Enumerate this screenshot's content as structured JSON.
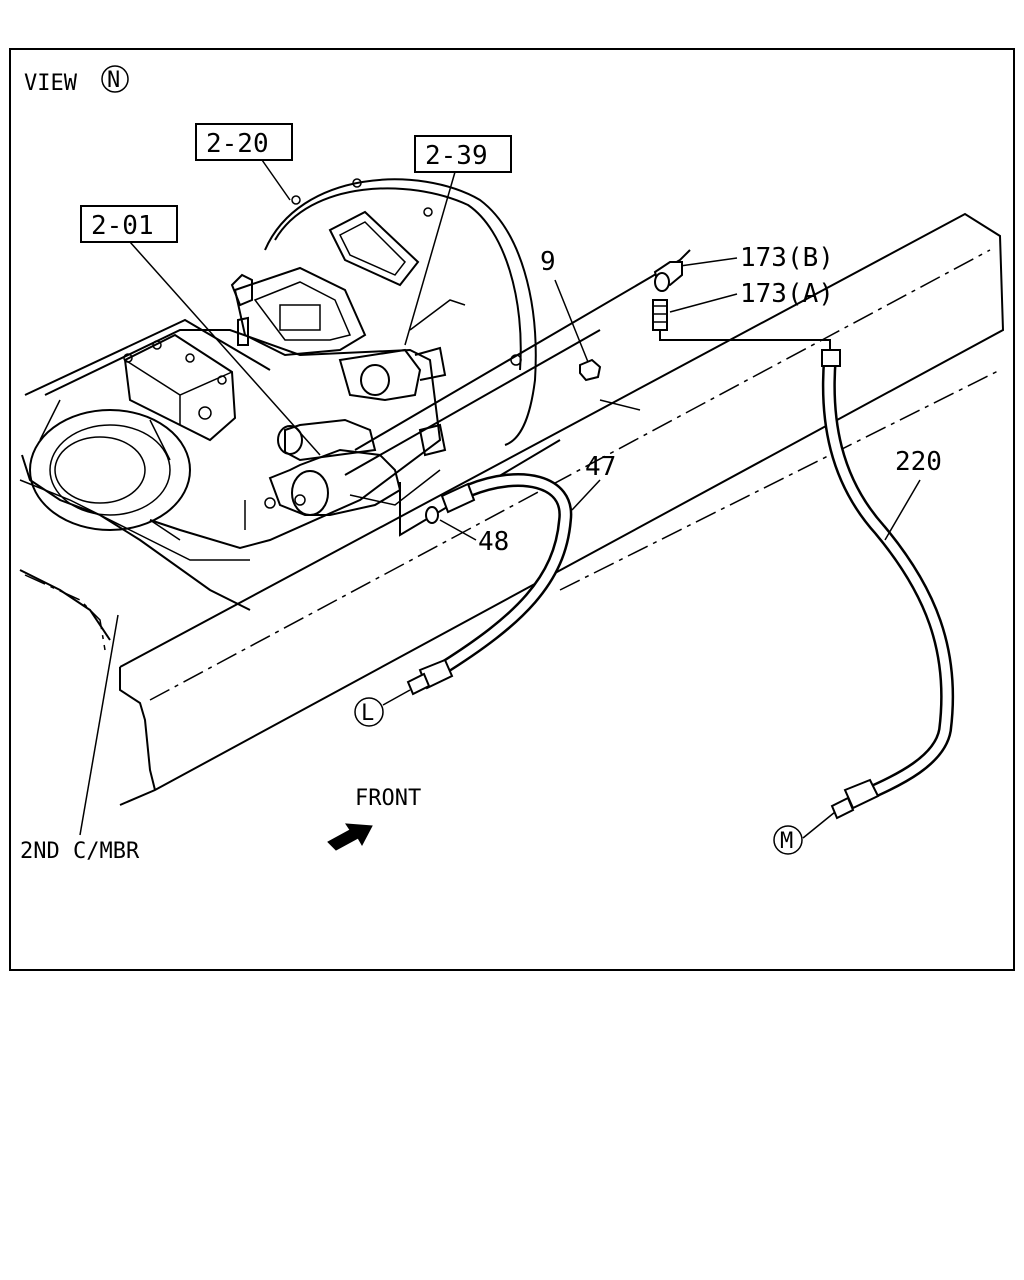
{
  "view": {
    "text": "VIEW",
    "marker": "N"
  },
  "refs": {
    "r1": "2-20",
    "r2": "2-39",
    "r3": "2-01"
  },
  "parts": {
    "p9": "9",
    "p173b": "173(B)",
    "p173a": "173(A)",
    "p220": "220",
    "p47": "47",
    "p48": "48"
  },
  "connectors": {
    "l": "L",
    "m": "M"
  },
  "front_label": "FRONT",
  "member_label": "2ND C/MBR"
}
